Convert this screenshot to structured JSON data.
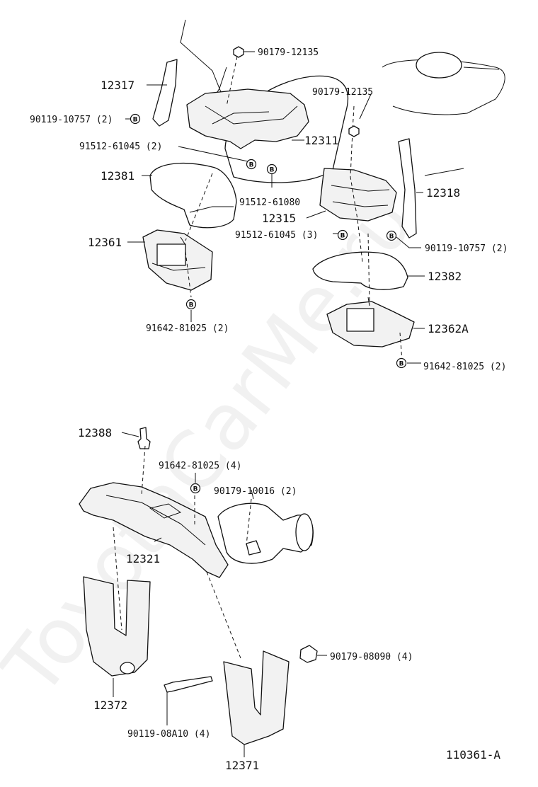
{
  "watermark": "ToyotaCarMe.ru",
  "figure_code": "110361-A",
  "b_symbol": "B",
  "labels": {
    "p90179_12135_a": "90179-12135",
    "p12317": "12317",
    "p90119_10757_a": "90119-10757 (2)",
    "p90179_12135_b": "90179-12135",
    "p12311": "12311",
    "p91512_61045_a": "91512-61045 (2)",
    "p12381": "12381",
    "p91512_61080": "91512-61080",
    "p12318": "12318",
    "p12315": "12315",
    "p91512_61045_b": "91512-61045 (3)",
    "p12361": "12361",
    "p90119_10757_b": "90119-10757 (2)",
    "p12382": "12382",
    "p91642_81025_a": "91642-81025 (2)",
    "p12362A": "12362A",
    "p91642_81025_b": "91642-81025 (2)",
    "p12388": "12388",
    "p91642_81025_c": "91642-81025 (4)",
    "p90179_10016": "90179-10016 (2)",
    "p12321": "12321",
    "p90179_08090": "90179-08090 (4)",
    "p12372": "12372",
    "p90119_08A10": "90119-08A10 (4)",
    "p12371": "12371"
  }
}
